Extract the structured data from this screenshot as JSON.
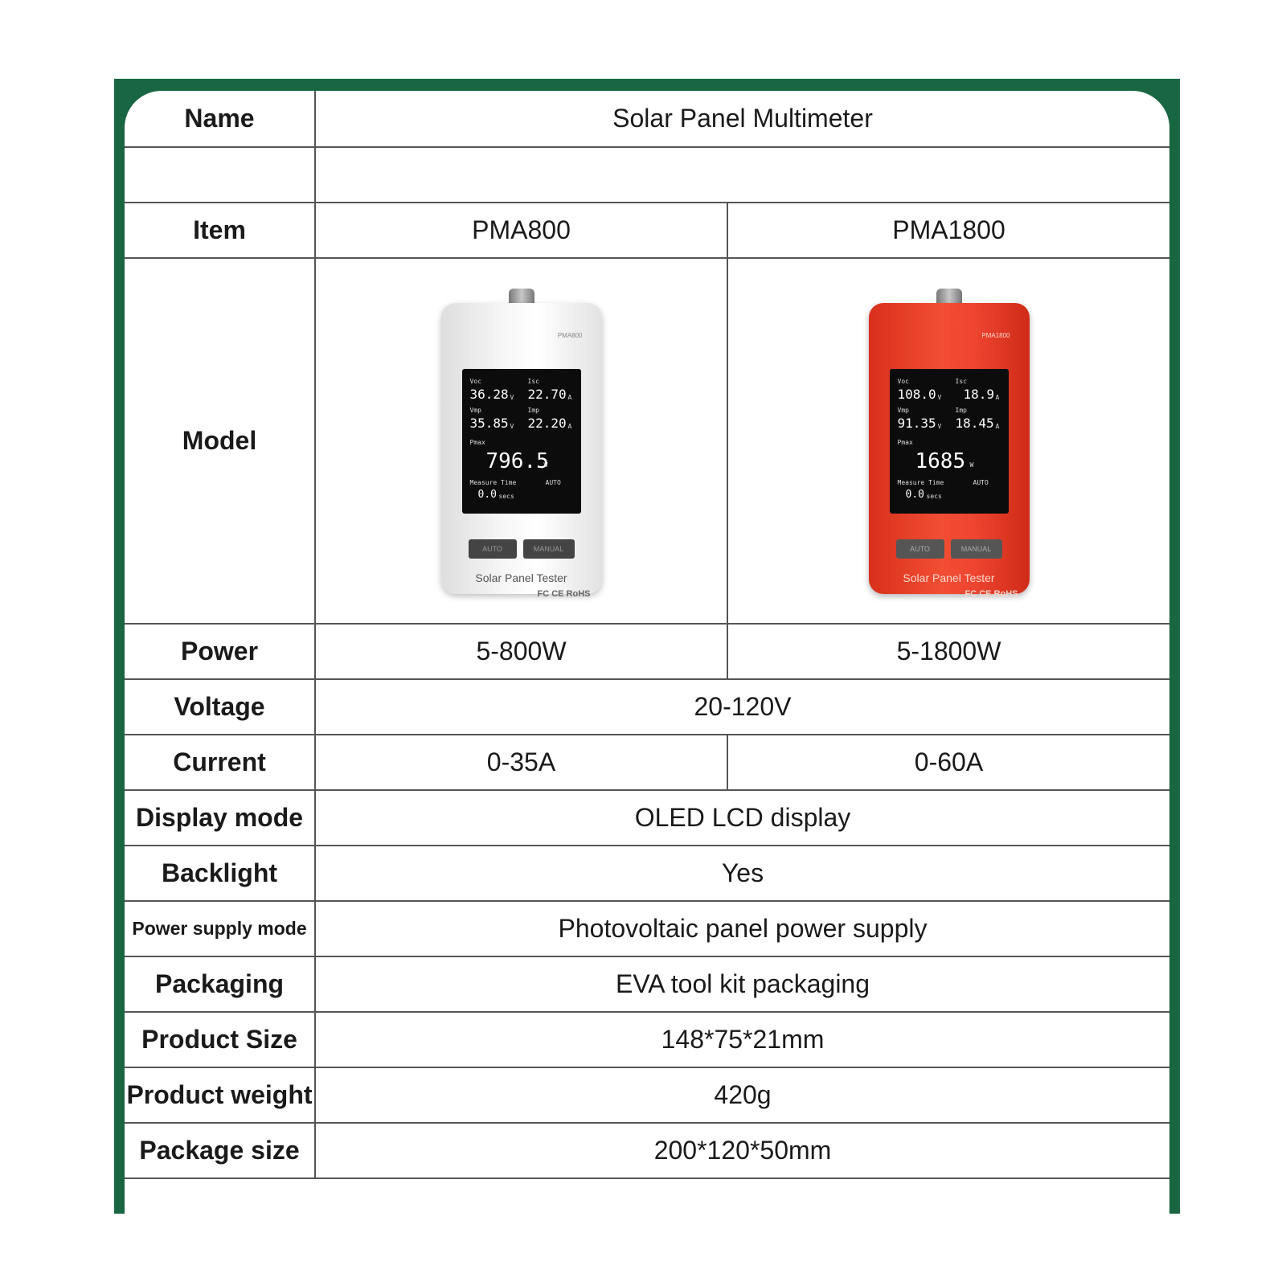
{
  "colors": {
    "frame": "#196642",
    "border": "#555555",
    "device_pma800": "#f2f2f2",
    "device_pma1800": "#ee4530"
  },
  "rows": {
    "name": {
      "label": "Name",
      "value": "Solar Panel Multimeter"
    },
    "item": {
      "label": "Item",
      "pma800": "PMA800",
      "pma1800": "PMA1800"
    },
    "model": {
      "label": "Model"
    },
    "power": {
      "label": "Power",
      "pma800": "5-800W",
      "pma1800": "5-1800W"
    },
    "voltage": {
      "label": "Voltage",
      "value": "20-120V"
    },
    "current": {
      "label": "Current",
      "pma800": "0-35A",
      "pma1800": "0-60A"
    },
    "display_mode": {
      "label": "Display mode",
      "value": "OLED LCD display"
    },
    "backlight": {
      "label": "Backlight",
      "value": "Yes"
    },
    "power_supply_mode": {
      "label": "Power supply mode",
      "value": "Photovoltaic panel power supply"
    },
    "packaging": {
      "label": "Packaging",
      "value": "EVA tool kit packaging"
    },
    "product_size": {
      "label": "Product Size",
      "value": "148*75*21mm"
    },
    "product_weight": {
      "label": "Product weight",
      "value": "420g"
    },
    "package_size": {
      "label": "Package size",
      "value": "200*120*50mm"
    }
  },
  "devices": {
    "pma800": {
      "model_tag": "PMA800",
      "voc_label": "Voc",
      "voc": "36.28",
      "voc_unit": "V",
      "isc_label": "Isc",
      "isc": "22.70",
      "isc_unit": "A",
      "vmp_label": "Vmp",
      "vmp": "35.85",
      "vmp_unit": "V",
      "imp_label": "Imp",
      "imp": "22.20",
      "imp_unit": "A",
      "pmax_label": "Pmax",
      "pmax": "796.5",
      "pmax_unit": "W",
      "mt_label": "Measure Time",
      "mt": "0.0",
      "mt_unit": "secs",
      "mode": "AUTO",
      "btn_auto": "AUTO",
      "btn_manual": "MANUAL",
      "brand": "Solar Panel Tester",
      "cert": "FC CE RoHS"
    },
    "pma1800": {
      "model_tag": "PMA1800",
      "voc_label": "Voc",
      "voc": "108.0",
      "voc_unit": "V",
      "isc_label": "Isc",
      "isc": "18.9",
      "isc_unit": "A",
      "vmp_label": "Vmp",
      "vmp": "91.35",
      "vmp_unit": "V",
      "imp_label": "Imp",
      "imp": "18.45",
      "imp_unit": "A",
      "pmax_label": "Pmax",
      "pmax": "1685",
      "pmax_unit": "W",
      "mt_label": "Measure Time",
      "mt": "0.0",
      "mt_unit": "secs",
      "mode": "AUTO",
      "btn_auto": "AUTO",
      "btn_manual": "MANUAL",
      "brand": "Solar Panel Tester",
      "cert": "FC CE RoHS"
    }
  }
}
